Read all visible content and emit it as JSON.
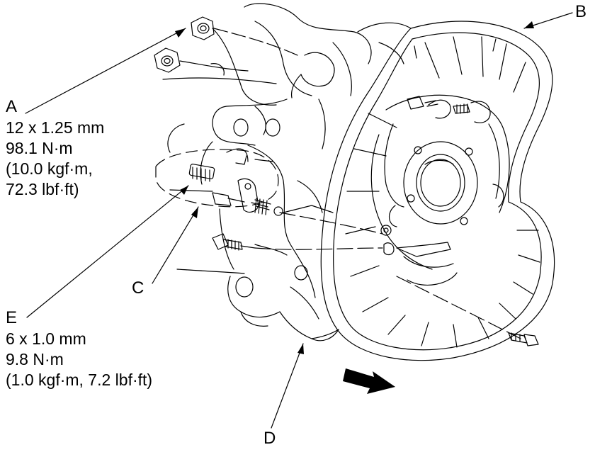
{
  "callouts": {
    "a": {
      "letter": "A",
      "lines": [
        "12 x 1.25 mm",
        "98.1 N·m",
        "(10.0 kgf·m,",
        "72.3 lbf·ft)"
      ]
    },
    "b": {
      "letter": "B"
    },
    "c": {
      "letter": "C"
    },
    "d": {
      "letter": "D"
    },
    "e": {
      "letter": "E",
      "lines": [
        "6 x 1.0 mm",
        "9.8 N·m",
        "(1.0 kgf·m, 7.2 lbf·ft)"
      ]
    }
  },
  "colors": {
    "ink": "#000000",
    "background": "#ffffff"
  },
  "icons": [
    "direction-arrow-icon"
  ]
}
